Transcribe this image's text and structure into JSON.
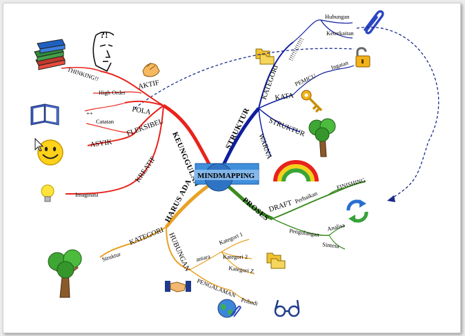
{
  "center": {
    "label": "MINDMAPPING"
  },
  "colors": {
    "keunggulan": "#e8231c",
    "struktur": "#0f1e9c",
    "proses": "#3a8a1f",
    "harus_ada": "#e8a124",
    "dashed": "#1a2a8c",
    "center": "#2c78c8"
  },
  "keunggulan": {
    "label": "KEUNGGULAN",
    "aktif": "AKTIF",
    "pola": "POLA",
    "thinking": "THINKING!!",
    "high_order": "High Order",
    "fleksibel": "FLEKSIBEL",
    "catatan": "Catatan",
    "catatan_mark": "++",
    "asyik": "ASYIK",
    "kreatif": "KREATIF",
    "imaginasi": "Imaginasi"
  },
  "struktur": {
    "label": "STRUKTUR",
    "kategori": "KATEGORI",
    "kategori_marks": "!!!!!!!!!!!!!",
    "hubungan": "Hubungan",
    "keterkaitan": "Keterkaitan",
    "kata": "KATA",
    "pemicu": "PEMICU",
    "ingatan": "Ingatan",
    "struktur_sub": "STRUKTUR",
    "warna": "WARNA"
  },
  "proses": {
    "label": "PROSES",
    "draft": "DRAFT",
    "perbaikan": "Perbaikan",
    "finishing": "FINISHING",
    "pengulangan": "Pengulangan",
    "analisa": "Analisa",
    "sintesa": "Sintesa"
  },
  "harus_ada": {
    "label": "HARUS ADA",
    "kategori": "KATEGORI",
    "struktur": "Struktur",
    "hubungan": "HUBUNGAN",
    "antara": "antara",
    "kategori1": "Kategori 1",
    "kategori2": "Kategori 2",
    "kategoriz": "Kategori Z",
    "pengalaman": "PENGALAMAN",
    "pribadi": "Pribadi"
  },
  "icons": [
    "books-icon",
    "thinking-face-icon",
    "clapping-hands-icon",
    "book-icon",
    "smiley-icon",
    "bulb-icon",
    "paperclip-icon",
    "folders-icon",
    "padlock-icon",
    "key-icon",
    "tree-icon",
    "rainbow-icon",
    "recycle-icon",
    "tree-icon",
    "folders-icon",
    "handshake-icon",
    "globe-icon",
    "glasses-icon"
  ]
}
